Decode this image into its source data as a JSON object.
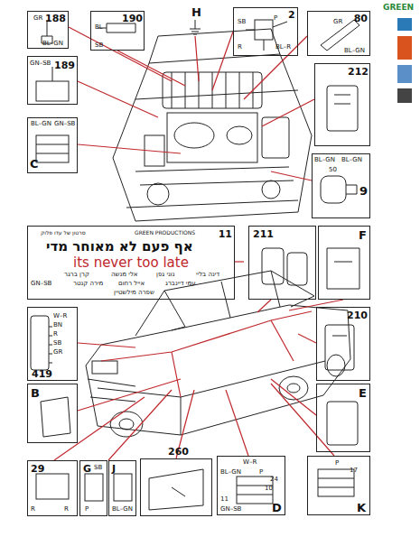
{
  "diagram": {
    "nodes": [
      {
        "text": [
          "188",
          "GR",
          "BL–GN"
        ]
      },
      {
        "text": [
          "190",
          "BL",
          "SB"
        ]
      },
      {
        "text": [
          "2",
          "P",
          "BL–R",
          "R",
          "SB"
        ]
      },
      {
        "text": [
          "80",
          "GR",
          "BL–GN"
        ]
      },
      {
        "text": [
          "189",
          "GN–SB"
        ]
      },
      {
        "text": [
          "C",
          "BL–GN",
          "GN–SB"
        ]
      },
      {
        "text": [
          "212"
        ]
      },
      {
        "text": [
          "9",
          "BL–GN",
          "50",
          "BL–GN"
        ]
      },
      {
        "text": [
          "11",
          "GN–SB",
          "GREEN PRODUCTIONS",
          "סרטון של עדו פלוק",
          "אף פעם לא מאוחר מדי",
          "its never too late",
          "קרן ברגר",
          "אלי מנשה",
          "נוני גפן",
          "דינה בליי",
          "מירה קנטר",
          "אייל רחום",
          "עמי דיינברג",
          "שפרה מילשטיין"
        ]
      },
      {
        "text": [
          "211"
        ]
      },
      {
        "text": [
          "F"
        ]
      },
      {
        "text": [
          "419",
          "W–R",
          "BN",
          "R",
          "SB",
          "GR"
        ]
      },
      {
        "text": [
          "210"
        ]
      },
      {
        "text": [
          "B"
        ]
      },
      {
        "text": [
          "E"
        ]
      },
      {
        "text": [
          "29",
          "R",
          "R"
        ]
      },
      {
        "text": [
          "G",
          "SB",
          "P"
        ]
      },
      {
        "text": [
          "J",
          "BL–GN"
        ]
      },
      {
        "text": [
          "260"
        ]
      },
      {
        "text": [
          "D",
          "W–R",
          "BL–GN",
          "P",
          "24",
          "10",
          "11",
          "GN–SB"
        ]
      },
      {
        "text": [
          "K",
          "P",
          "17"
        ]
      }
    ],
    "labels": [
      "H",
      "GREEN"
    ]
  }
}
